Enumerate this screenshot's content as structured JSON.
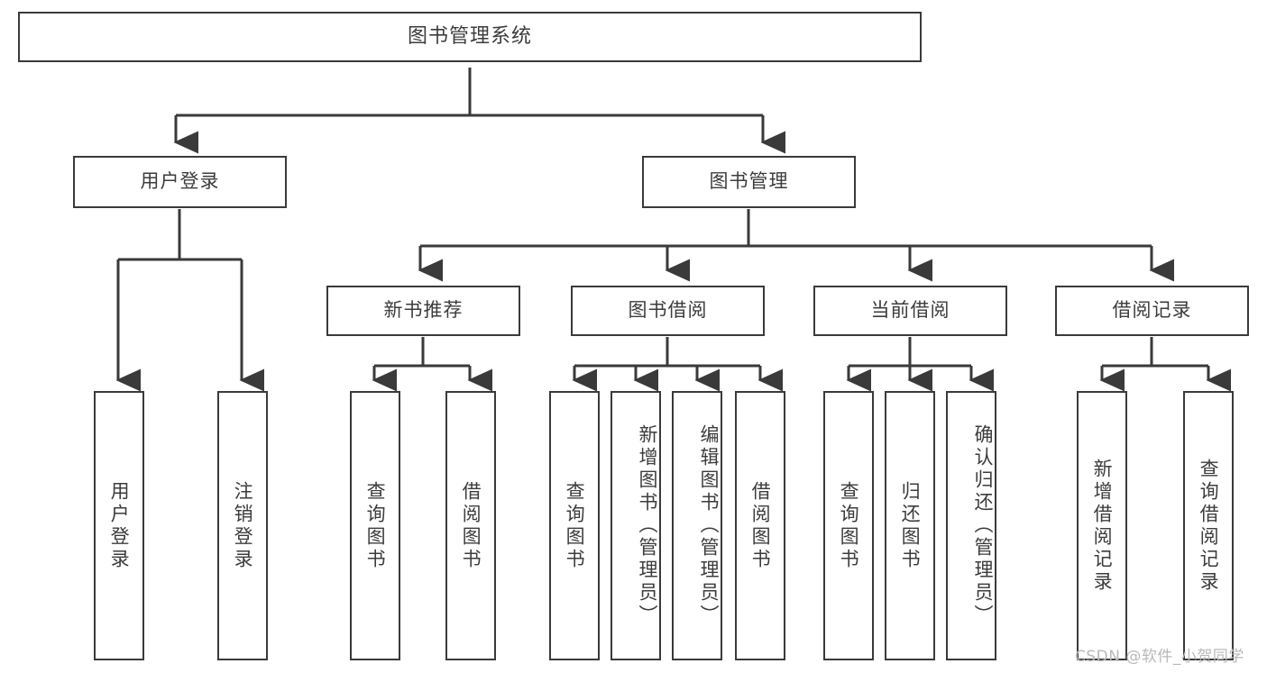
{
  "diagram": {
    "title": "图书管理系统",
    "type": "tree",
    "root": {
      "label": "图书管理系统",
      "orientation": "horizontal"
    },
    "level1": [
      {
        "label": "用户登录",
        "orientation": "horizontal"
      },
      {
        "label": "图书管理",
        "orientation": "horizontal"
      }
    ],
    "level2": [
      {
        "label": "新书推荐",
        "orientation": "horizontal",
        "parent": "图书管理"
      },
      {
        "label": "图书借阅",
        "orientation": "horizontal",
        "parent": "图书管理"
      },
      {
        "label": "当前借阅",
        "orientation": "horizontal",
        "parent": "图书管理"
      },
      {
        "label": "借阅记录",
        "orientation": "horizontal",
        "parent": "图书管理"
      }
    ],
    "leaves": {
      "user_login": [
        {
          "label": "用户登录",
          "orientation": "vertical"
        },
        {
          "label": "注销登录",
          "orientation": "vertical"
        }
      ],
      "new_book": [
        {
          "label": "查询图书",
          "orientation": "vertical"
        },
        {
          "label": "借阅图书",
          "orientation": "vertical"
        }
      ],
      "borrow_book": [
        {
          "label": "查询图书",
          "orientation": "vertical"
        },
        {
          "label": "新增图书（管理员）",
          "orientation": "vertical"
        },
        {
          "label": "编辑图书（管理员）",
          "orientation": "vertical"
        },
        {
          "label": "借阅图书",
          "orientation": "vertical"
        }
      ],
      "current_borrow": [
        {
          "label": "查询图书",
          "orientation": "vertical"
        },
        {
          "label": "归还图书",
          "orientation": "vertical"
        },
        {
          "label": "确认归还（管理员）",
          "orientation": "vertical"
        }
      ],
      "borrow_record": [
        {
          "label": "新增借阅记录",
          "orientation": "vertical"
        },
        {
          "label": "查询借阅记录",
          "orientation": "vertical"
        }
      ]
    }
  },
  "watermark": {
    "text": "CSDN @软件_小贺同学"
  },
  "colors": {
    "background": "#ffffff",
    "border": "#3a3a3a",
    "text": "#3c3c3c",
    "connector": "#3a3a3a",
    "watermark": "#b9b9b9"
  }
}
